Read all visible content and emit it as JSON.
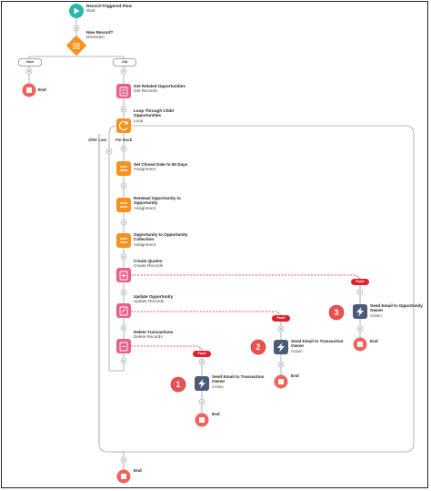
{
  "start": {
    "title": "Record-Triggered Flow",
    "subtitle": "Start"
  },
  "decision": {
    "title": "New Record?",
    "subtitle": "Decission"
  },
  "branches": {
    "new": "New",
    "old": "Old"
  },
  "end_label": "End",
  "get_related": {
    "title": "Get Related Opportunities",
    "subtitle": "Get Records"
  },
  "loop": {
    "title_line1": "Loop Through Child",
    "title_line2": "Opportunities",
    "subtitle": "Loop"
  },
  "loop_labels": {
    "after_last": "After Last",
    "for_each": "For Each"
  },
  "assign1": {
    "title": "Set Closed Date to 90 Days",
    "subtitle": "Assignment"
  },
  "assign2": {
    "title_line1": "Renewal Opportunity to",
    "title_line2": "Opportunity",
    "subtitle": "Assignment"
  },
  "assign3": {
    "title_line1": "Opportunity to Opportunity",
    "title_line2": "Collection",
    "subtitle": "Assignment"
  },
  "create_quotes": {
    "title": "Create Quotes",
    "subtitle": "Create Records"
  },
  "update_opp": {
    "title": "Update Opportunity",
    "subtitle": "Update Records"
  },
  "delete_trans": {
    "title": "Delete Transactions",
    "subtitle": "Delete Records"
  },
  "fault_label": "Fault",
  "email1": {
    "badge": "1",
    "title_line1": "Send Email to Transaction",
    "title_line2": "Owner",
    "subtitle": "Action"
  },
  "email2": {
    "badge": "2",
    "title_line1": "Send Email to Transaction",
    "title_line2": "Owner",
    "subtitle": "Action"
  },
  "email3": {
    "badge": "3",
    "title_line1": "Send Email to Opportunity",
    "title_line2": "Owner",
    "subtitle": "Action"
  },
  "colors": {
    "start": "#2ab7a9",
    "decision": "#f7921e",
    "records": "#e8608a",
    "assignment": "#f7921e",
    "action": "#4a5a78",
    "end": "#f0625a",
    "fault": "#e1202c",
    "connector": "#9aa4ad"
  },
  "icons": {
    "start": "play-icon",
    "decision": "decision-icon",
    "records": "records-icon",
    "loop": "loop-icon",
    "assignment": "assignment-icon",
    "action": "lightning-icon",
    "end": "stop-icon"
  }
}
